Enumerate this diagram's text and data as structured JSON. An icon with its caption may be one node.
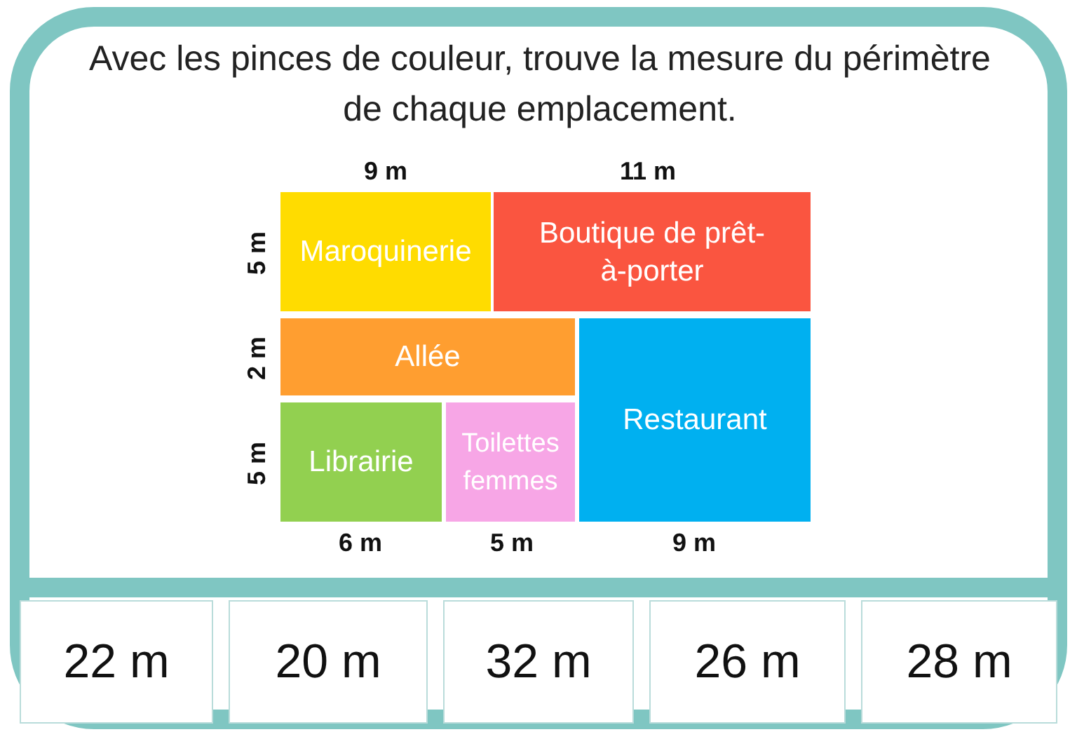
{
  "diagram": {
    "title": "Avec les pinces de couleur, trouve la mesure du périmètre de chaque emplacement.",
    "nodes": [
      {
        "text": [
          "Maroquinerie"
        ]
      },
      {
        "text": [
          "Boutique de prêt-à-porter"
        ]
      },
      {
        "text": [
          "Allée"
        ]
      },
      {
        "text": [
          "Restaurant"
        ]
      },
      {
        "text": [
          "Librairie"
        ]
      },
      {
        "text": [
          "Toilettes femmes"
        ]
      },
      {
        "text": [
          "22 m"
        ]
      },
      {
        "text": [
          "20 m"
        ]
      },
      {
        "text": [
          "32 m"
        ]
      },
      {
        "text": [
          "26 m"
        ]
      },
      {
        "text": [
          "28 m"
        ]
      }
    ],
    "edges": [],
    "labels": [
      "9 m",
      "11 m",
      "5 m",
      "2 m",
      "5 m",
      "6 m",
      "5 m",
      "9 m"
    ]
  }
}
